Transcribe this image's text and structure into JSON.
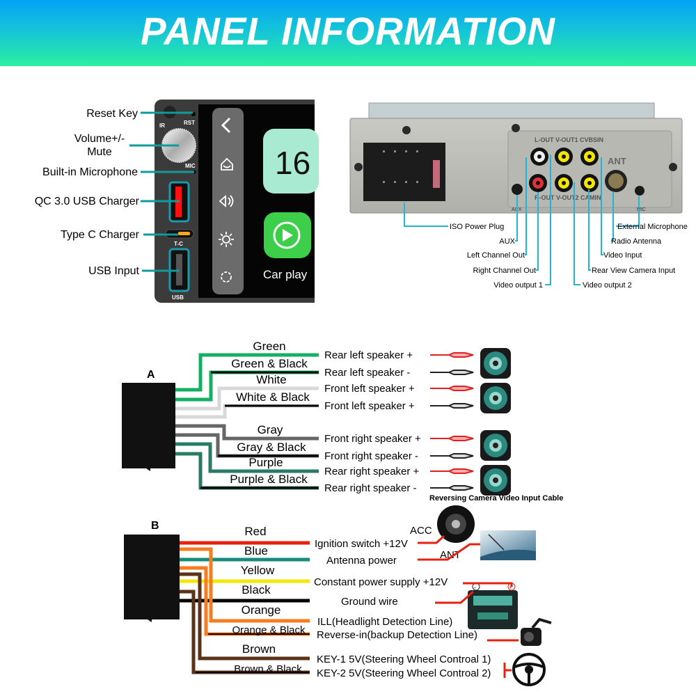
{
  "header": {
    "title": "PANEL INFORMATION"
  },
  "front_panel": {
    "labels": [
      "Reset Key",
      "Volume+/-",
      "Mute",
      "Built-in Microphone",
      "QC 3.0 USB Charger",
      "Type C Charger",
      "USB Input"
    ],
    "device_marks": {
      "ir": "IR",
      "rst": "RST",
      "mic": "MIC",
      "tc": "T-C",
      "usb": "USB"
    },
    "screen": {
      "clock": "16",
      "app_label": "Car play"
    },
    "sidebar_icons": [
      "back-chevron-icon",
      "home-icon",
      "volume-icon",
      "brightness-icon",
      "settings-icon"
    ],
    "colors": {
      "leader": "#0f9b9b",
      "qc_port": "#ff1010",
      "tc_port": "#f5a623",
      "clock_tile": "#a8ead2",
      "carplay": "#3ecf4a"
    }
  },
  "rear_panel": {
    "panel_marks": {
      "top": "L-OUT V-OUT1 CVBSIN",
      "bottom": "R-OUT V-OUT2 CAMIN",
      "ant": "ANT",
      "aux": "AUX",
      "mic": "MIC"
    },
    "labels": {
      "iso": "ISO Power Plug",
      "aux": "AUX",
      "left_out": "Left Channel Out",
      "right_out": "Right Channel Out",
      "video_out_1": "Video output 1",
      "video_out_2": "Video output 2",
      "rear_cam": "Rear View Camera Input",
      "video_in": "Video Input",
      "radio_ant": "Radio Antenna",
      "ext_mic": "External Microphone"
    },
    "leader_color": "#1fb5d6"
  },
  "harness_a": {
    "label": "A",
    "wires": [
      {
        "color_name": "Green",
        "color": "#12b060",
        "stripe": false,
        "function": "Rear left speaker +",
        "polarity": "+"
      },
      {
        "color_name": "Green & Black",
        "color": "#12b060",
        "stripe": true,
        "function": "Rear left speaker -",
        "polarity": "-"
      },
      {
        "color_name": "White",
        "color": "#d8d8d8",
        "stripe": false,
        "function": "Front left speaker +",
        "polarity": "+"
      },
      {
        "color_name": "White & Black",
        "color": "#d8d8d8",
        "stripe": true,
        "function": "Front left speaker +",
        "polarity": "-"
      },
      {
        "color_name": "Gray",
        "color": "#666666",
        "stripe": false,
        "function": "Front right speaker +",
        "polarity": "+"
      },
      {
        "color_name": "Gray & Black",
        "color": "#666666",
        "stripe": true,
        "function": "Front right speaker -",
        "polarity": "-"
      },
      {
        "color_name": "Purple",
        "color": "#2a7a66",
        "stripe": false,
        "function": "Rear right speaker +",
        "polarity": "+"
      },
      {
        "color_name": "Purple & Black",
        "color": "#2a7a66",
        "stripe": true,
        "function": "Rear right speaker -",
        "polarity": "-"
      }
    ]
  },
  "harness_b": {
    "label": "B",
    "wires": [
      {
        "color_name": "Red",
        "color": "#e8200f",
        "stripe": false,
        "function": "Ignition switch +12V"
      },
      {
        "color_name": "Blue",
        "color": "#178a7a",
        "stripe": false,
        "function": "Antenna power"
      },
      {
        "color_name": "Yellow",
        "color": "#f5e800",
        "stripe": false,
        "function": "Constant power supply +12V"
      },
      {
        "color_name": "Black",
        "color": "#000000",
        "stripe": false,
        "function": "Ground wire"
      },
      {
        "color_name": "Orange",
        "color": "#f57c1f",
        "stripe": false,
        "function": "ILL(Headlight Detection Line)"
      },
      {
        "color_name": "Orange & Black",
        "color": "#f57c1f",
        "stripe": true,
        "function": "Reverse-in(backup Detection Line)"
      },
      {
        "color_name": "Brown",
        "color": "#5a3318",
        "stripe": false,
        "function": "KEY-1 5V(Steering Wheel Controal 1)"
      },
      {
        "color_name": "Brown & Black",
        "color": "#5a3318",
        "stripe": true,
        "function": "KEY-2 5V(Steering Wheel Controal 2)"
      }
    ],
    "accessory_labels": {
      "acc": "ACC",
      "ant": "ANT",
      "reversing_cable": "Reversing Camera Video Input Cable"
    },
    "battery_terminals": {
      "neg": "-",
      "pos": "+"
    },
    "link_color": "#e8200f"
  }
}
